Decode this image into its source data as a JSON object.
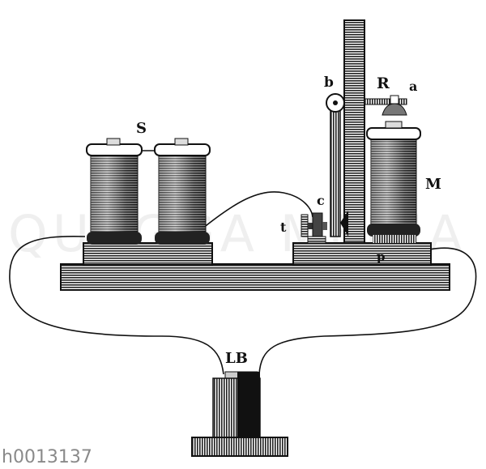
{
  "labels": {
    "S": "S",
    "b": "b",
    "R": "R",
    "a": "a",
    "M": "M",
    "c": "c",
    "t": "t",
    "p": "p",
    "LB": "LB"
  },
  "watermark": "QUAGGA MEDIA",
  "image_id": "h0013137",
  "colors": {
    "ink": "#111111",
    "paper": "#ffffff"
  }
}
